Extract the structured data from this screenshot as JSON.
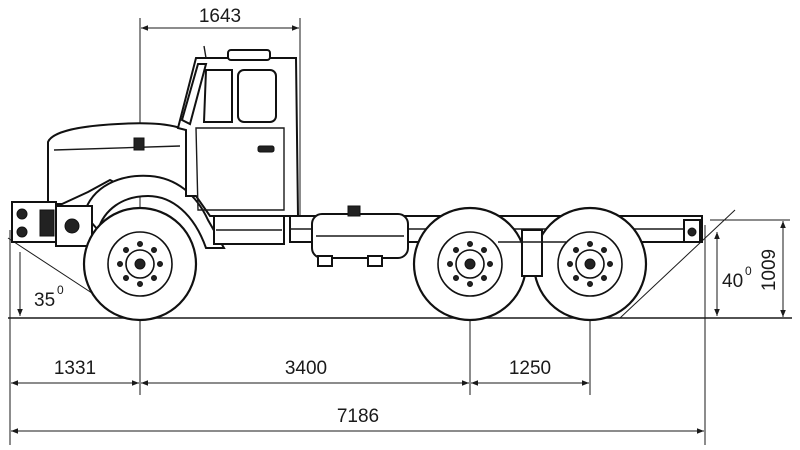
{
  "dimensions": {
    "cab_length": "1643",
    "front_overhang": "1331",
    "wheelbase_front": "3400",
    "rear_axle_spacing": "1250",
    "overall_length": "7186",
    "frame_height": "1009",
    "approach_angle": "35",
    "departure_angle": "40",
    "degree_mark": "0"
  },
  "colors": {
    "ink": "#1a1a1a",
    "paper": "#ffffff"
  }
}
